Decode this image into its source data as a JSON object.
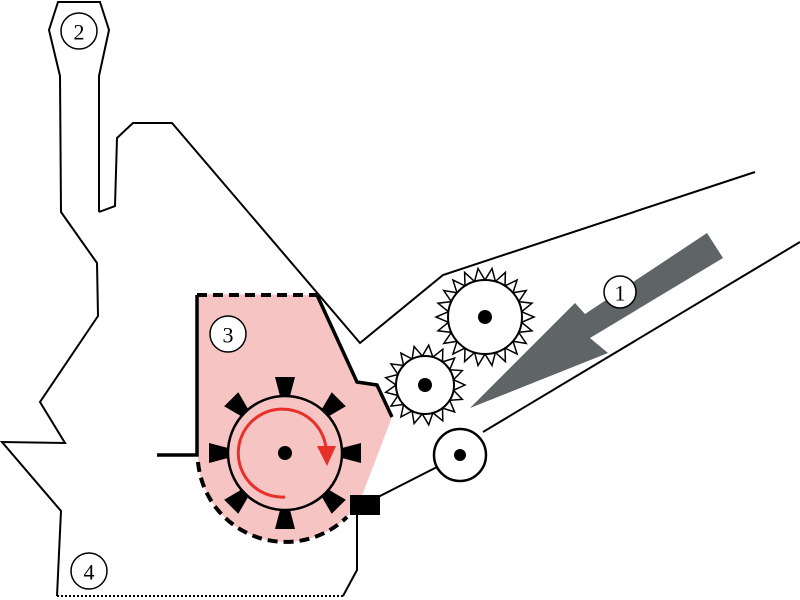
{
  "labels": {
    "feed_arrow": "1",
    "lever": "2",
    "rotor_chamber": "3",
    "discharge": "4"
  },
  "colors": {
    "chamber_fill": "#f6c4c2",
    "rotation_arrow": "#e8302a",
    "feed_arrow": "#5f6466",
    "line": "#000000"
  },
  "icons": {
    "rotation": "clockwise-arrow-icon",
    "feed": "feed-direction-arrow-icon"
  }
}
